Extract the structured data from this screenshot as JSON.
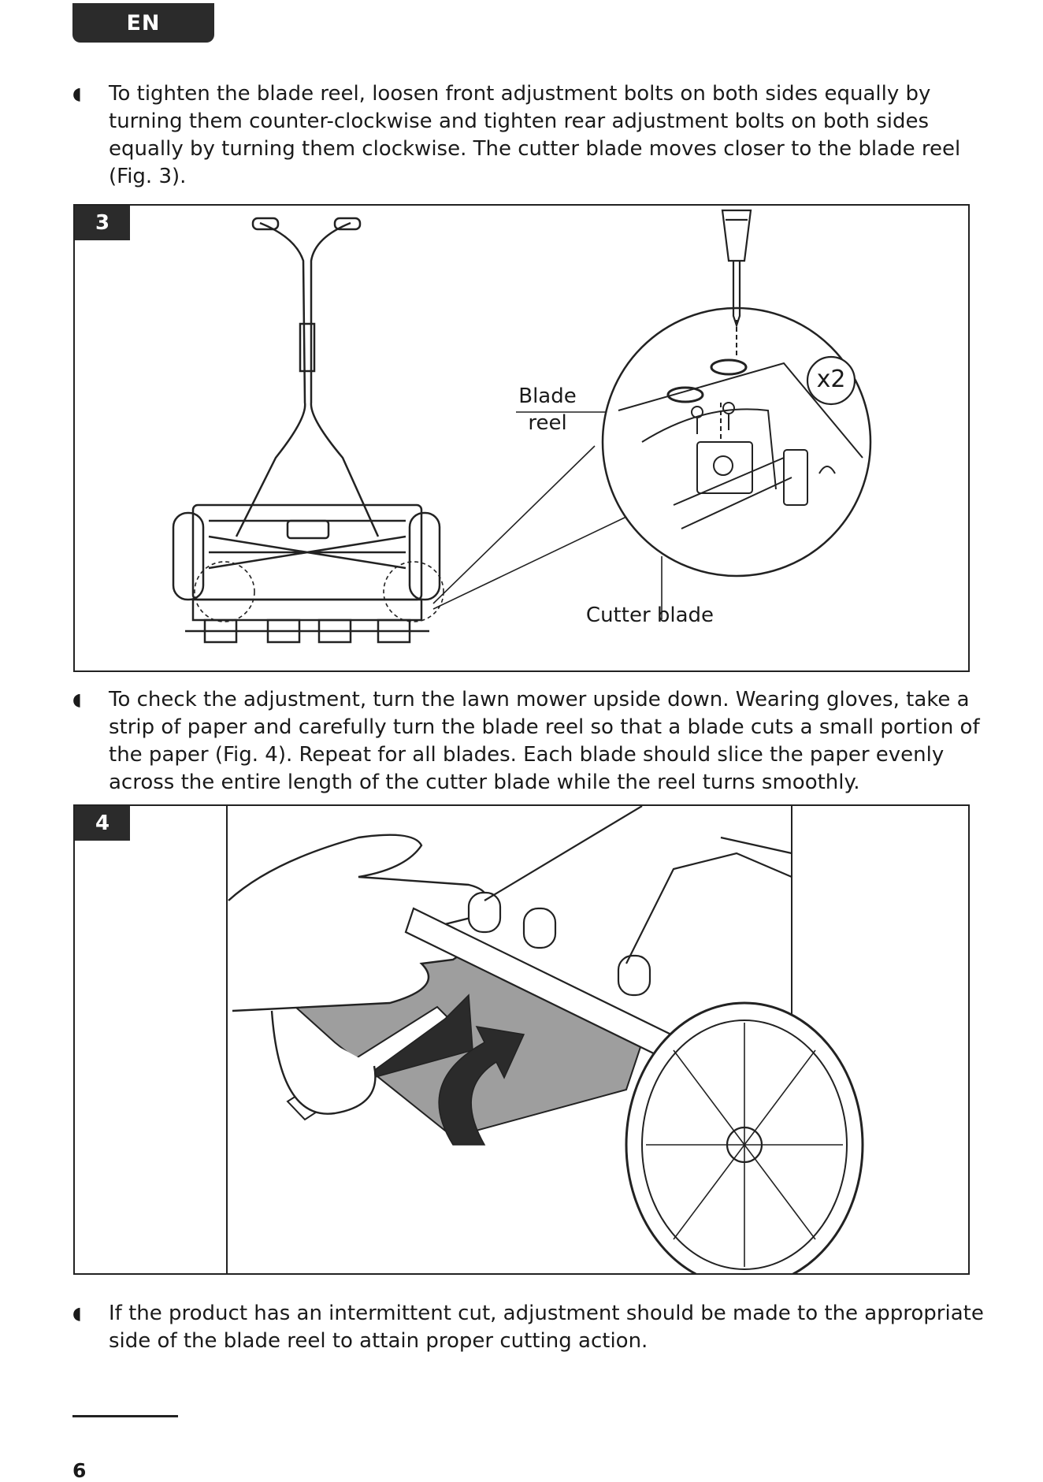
{
  "header": {
    "lang_label": "EN"
  },
  "paragraphs": [
    {
      "text": "To tighten the blade reel, loosen front adjustment bolts on both sides equally by turning them counter-clockwise and tighten rear adjustment bolts on both sides equally by turning them clockwise. The cutter blade moves closer to the blade reel (Fig. 3)."
    },
    {
      "text": "To check the adjustment, turn the lawn mower upside down. Wearing gloves, take a strip of paper and carefully turn the blade reel so that a blade cuts a small portion of the paper (Fig. 4). Repeat for all blades. Each blade should slice the paper evenly across the entire length of the cutter blade while the reel turns smoothly."
    },
    {
      "text": "If the product has an intermittent cut, adjustment should be made to the appropriate side of the blade reel to attain proper cutting action."
    }
  ],
  "figures": [
    {
      "number": "3",
      "labels": {
        "blade_reel": "Blade\nreel",
        "cutter_blade": "Cutter blade",
        "multiplier": "x2"
      }
    },
    {
      "number": "4"
    }
  ],
  "footer": {
    "page_number": "6"
  }
}
